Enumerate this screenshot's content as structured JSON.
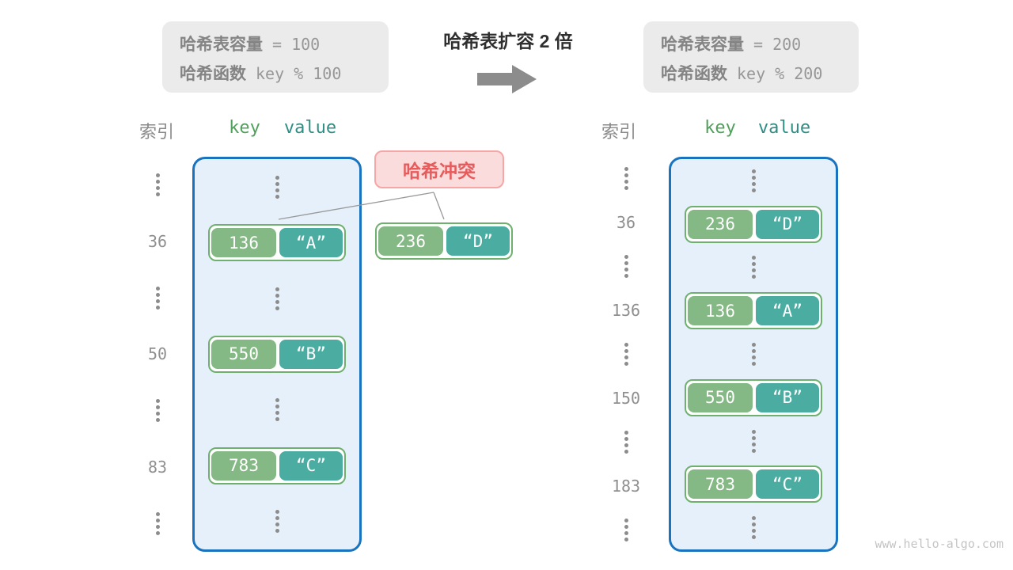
{
  "info_left": {
    "capacity_label": "哈希表容量",
    "capacity_value": "= 100",
    "hash_label": "哈希函数",
    "hash_value": "key % 100"
  },
  "info_right": {
    "capacity_label": "哈希表容量",
    "capacity_value": "= 200",
    "hash_label": "哈希函数",
    "hash_value": "key % 200"
  },
  "transition": {
    "title": "哈希表扩容 2 倍",
    "arrow_icon": "right-block-arrow"
  },
  "headers": {
    "index": "索引",
    "key": "key",
    "value": "value"
  },
  "collision": {
    "label": "哈希冲突",
    "pair": {
      "key": "236",
      "value": "“D”"
    }
  },
  "left_table": {
    "rows": [
      {
        "type": "ellipsis"
      },
      {
        "type": "pair",
        "index": "36",
        "key": "136",
        "value": "“A”"
      },
      {
        "type": "ellipsis"
      },
      {
        "type": "pair",
        "index": "50",
        "key": "550",
        "value": "“B”"
      },
      {
        "type": "ellipsis"
      },
      {
        "type": "pair",
        "index": "83",
        "key": "783",
        "value": "“C”"
      },
      {
        "type": "ellipsis"
      }
    ]
  },
  "right_table": {
    "rows": [
      {
        "type": "ellipsis"
      },
      {
        "type": "pair",
        "index": "36",
        "key": "236",
        "value": "“D”"
      },
      {
        "type": "ellipsis"
      },
      {
        "type": "pair",
        "index": "136",
        "key": "136",
        "value": "“A”"
      },
      {
        "type": "ellipsis"
      },
      {
        "type": "pair",
        "index": "150",
        "key": "550",
        "value": "“B”"
      },
      {
        "type": "ellipsis"
      },
      {
        "type": "pair",
        "index": "183",
        "key": "783",
        "value": "“C”"
      },
      {
        "type": "ellipsis"
      }
    ]
  },
  "watermark": "www.hello-algo.com",
  "colors": {
    "table_border": "#1A73BE",
    "table_bg": "#E6F0FA",
    "key_green": "#84B884",
    "value_teal": "#4BACA2",
    "pair_border": "#6FB06F",
    "collision_bg": "#FBDCDC",
    "collision_border": "#F5A6A6",
    "collision_text": "#E65C5C",
    "info_box_bg": "#EBEBEB",
    "arrow_gray": "#8C8C8C",
    "header_key_green": "#4FA05A",
    "header_value_teal": "#2F8D84",
    "gray_text": "#8F8F8F"
  }
}
